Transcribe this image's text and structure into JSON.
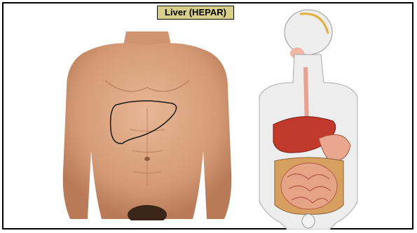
{
  "title": "Liver (HEPAR)",
  "colors": {
    "title_bg": "#d8cf8a",
    "skin": "#d9a07e",
    "liver": "#c0392b",
    "intestine": "#e6a487"
  },
  "figures": [
    {
      "name": "human-torso-photo",
      "label": ""
    },
    {
      "name": "digestive-system-diagram",
      "label": ""
    }
  ]
}
